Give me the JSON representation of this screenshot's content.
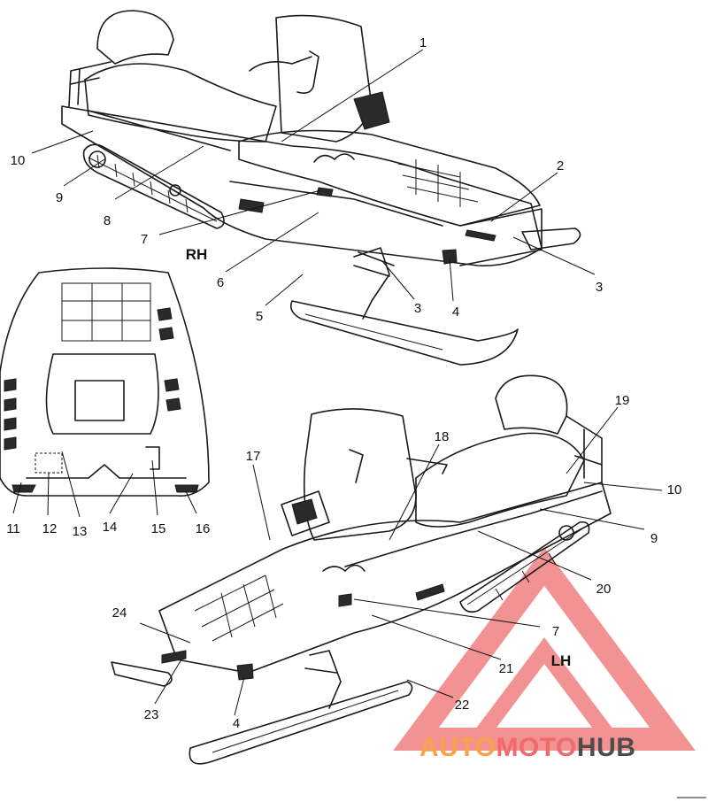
{
  "diagram": {
    "side_labels": {
      "right": "RH",
      "left": "LH"
    },
    "callouts": {
      "top_view": [
        "1",
        "2",
        "3",
        "3",
        "4",
        "5",
        "6",
        "7",
        "8",
        "9",
        "10"
      ],
      "hood_view": [
        "11",
        "12",
        "13",
        "14",
        "15",
        "16"
      ],
      "bottom_view": [
        "17",
        "18",
        "19",
        "10",
        "9",
        "20",
        "7",
        "21",
        "22",
        "4",
        "23",
        "24"
      ]
    },
    "watermark": {
      "parts": [
        "AUTO",
        "MOTO",
        "HUB"
      ],
      "colors": {
        "auto": "#f4a54a",
        "moto": "#ef6b6b",
        "hub": "#4d4d4d",
        "triangle": "#f08080"
      }
    }
  }
}
